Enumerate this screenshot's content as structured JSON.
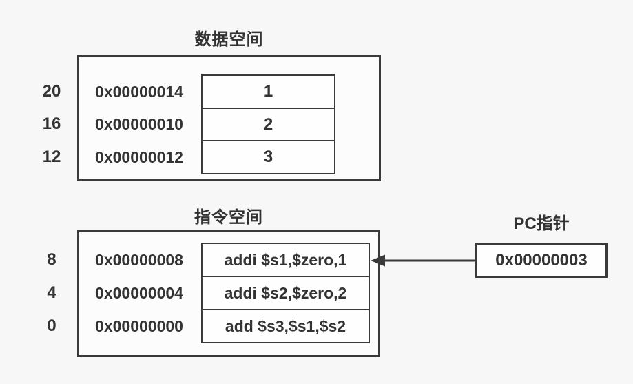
{
  "colors": {
    "background": "#f7f7f7",
    "line": "#3a3a3a",
    "box_fill": "#fcfcfc",
    "text": "#333333"
  },
  "data_space": {
    "title": "数据空间",
    "rows": [
      {
        "offset": "20",
        "address": "0x00000014",
        "value": "1"
      },
      {
        "offset": "16",
        "address": "0x00000010",
        "value": "2"
      },
      {
        "offset": "12",
        "address": "0x00000012",
        "value": "3"
      }
    ]
  },
  "instruction_space": {
    "title": "指令空间",
    "rows": [
      {
        "offset": "8",
        "address": "0x00000008",
        "value": "addi $s1,$zero,1"
      },
      {
        "offset": "4",
        "address": "0x00000004",
        "value": "addi $s2,$zero,2"
      },
      {
        "offset": "0",
        "address": "0x00000000",
        "value": "add $s3,$s1,$s2"
      }
    ]
  },
  "pc_pointer": {
    "title": "PC指针",
    "value": "0x00000003"
  }
}
